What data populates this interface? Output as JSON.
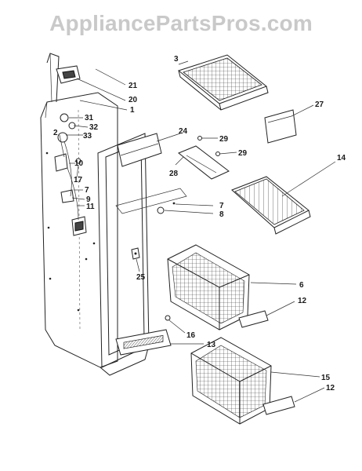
{
  "watermark": "AppliancePartsPros.com",
  "callouts": [
    "21",
    "20",
    "1",
    "31",
    "32",
    "2",
    "33",
    "10",
    "17",
    "7",
    "9",
    "11",
    "3",
    "27",
    "24",
    "29",
    "29",
    "28",
    "14",
    "7",
    "8",
    "25",
    "6",
    "12",
    "16",
    "13",
    "15",
    "12"
  ]
}
